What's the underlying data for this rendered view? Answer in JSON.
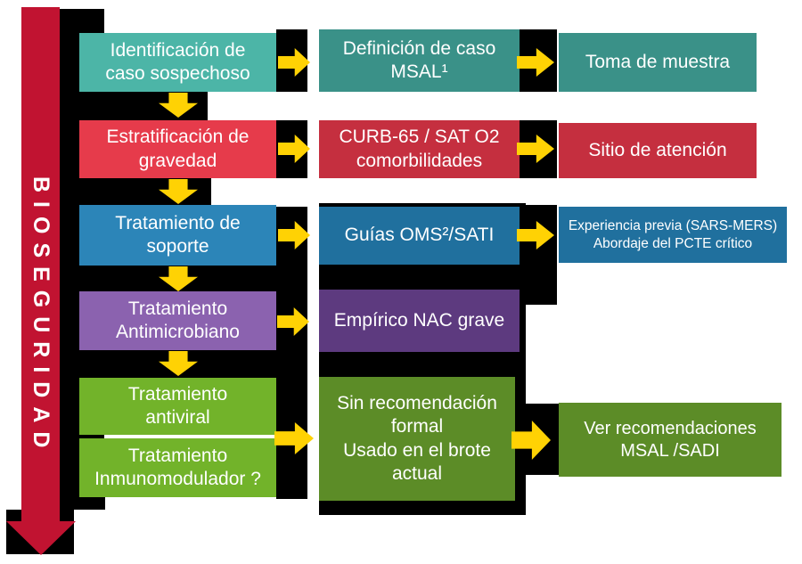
{
  "title_arrow": {
    "label": "BIOSEGURIDAD"
  },
  "colors": {
    "yellow_arrow": "#FFD204",
    "bioseguridad_red": "#C11331",
    "backdrop_black": "#000000",
    "teal_light": "#4CB5A7",
    "teal_dark": "#3A9188",
    "red_light": "#E63B4B",
    "red_dark": "#C52F3F",
    "blue_light": "#2C85B8",
    "blue_dark": "#20709E",
    "purple_light": "#8B62AF",
    "purple_dark": "#5D3A7F",
    "green_light": "#72B32A",
    "green_dark": "#5C8C27"
  },
  "rows": [
    {
      "left": {
        "label": "Identificación de\ncaso sospechoso"
      },
      "middle": {
        "label": "Definición de caso\nMSAL¹"
      },
      "right": {
        "label": "Toma de muestra"
      }
    },
    {
      "left": {
        "label": "Estratificación de\ngravedad"
      },
      "middle": {
        "label": "CURB-65 / SAT O2\ncomorbilidades"
      },
      "right": {
        "label": "Sitio de atención"
      }
    },
    {
      "left": {
        "label": "Tratamiento de\nsoporte"
      },
      "middle": {
        "label": "Guías OMS²/SATI"
      },
      "right": {
        "label": "Experiencia previa (SARS-MERS)\nAbordaje del PCTE crítico"
      }
    },
    {
      "left": {
        "label": "Tratamiento\nAntimicrobiano"
      },
      "middle": {
        "label": "Empírico NAC grave"
      }
    },
    {
      "left_a": {
        "label": "Tratamiento\nantiviral"
      },
      "left_b": {
        "label": "Tratamiento\nInmunomodulador ?"
      },
      "middle": {
        "label": "Sin recomendación\nformal\nUsado en el brote\nactual"
      },
      "right": {
        "label": "Ver recomendaciones\nMSAL /SADI"
      }
    }
  ]
}
